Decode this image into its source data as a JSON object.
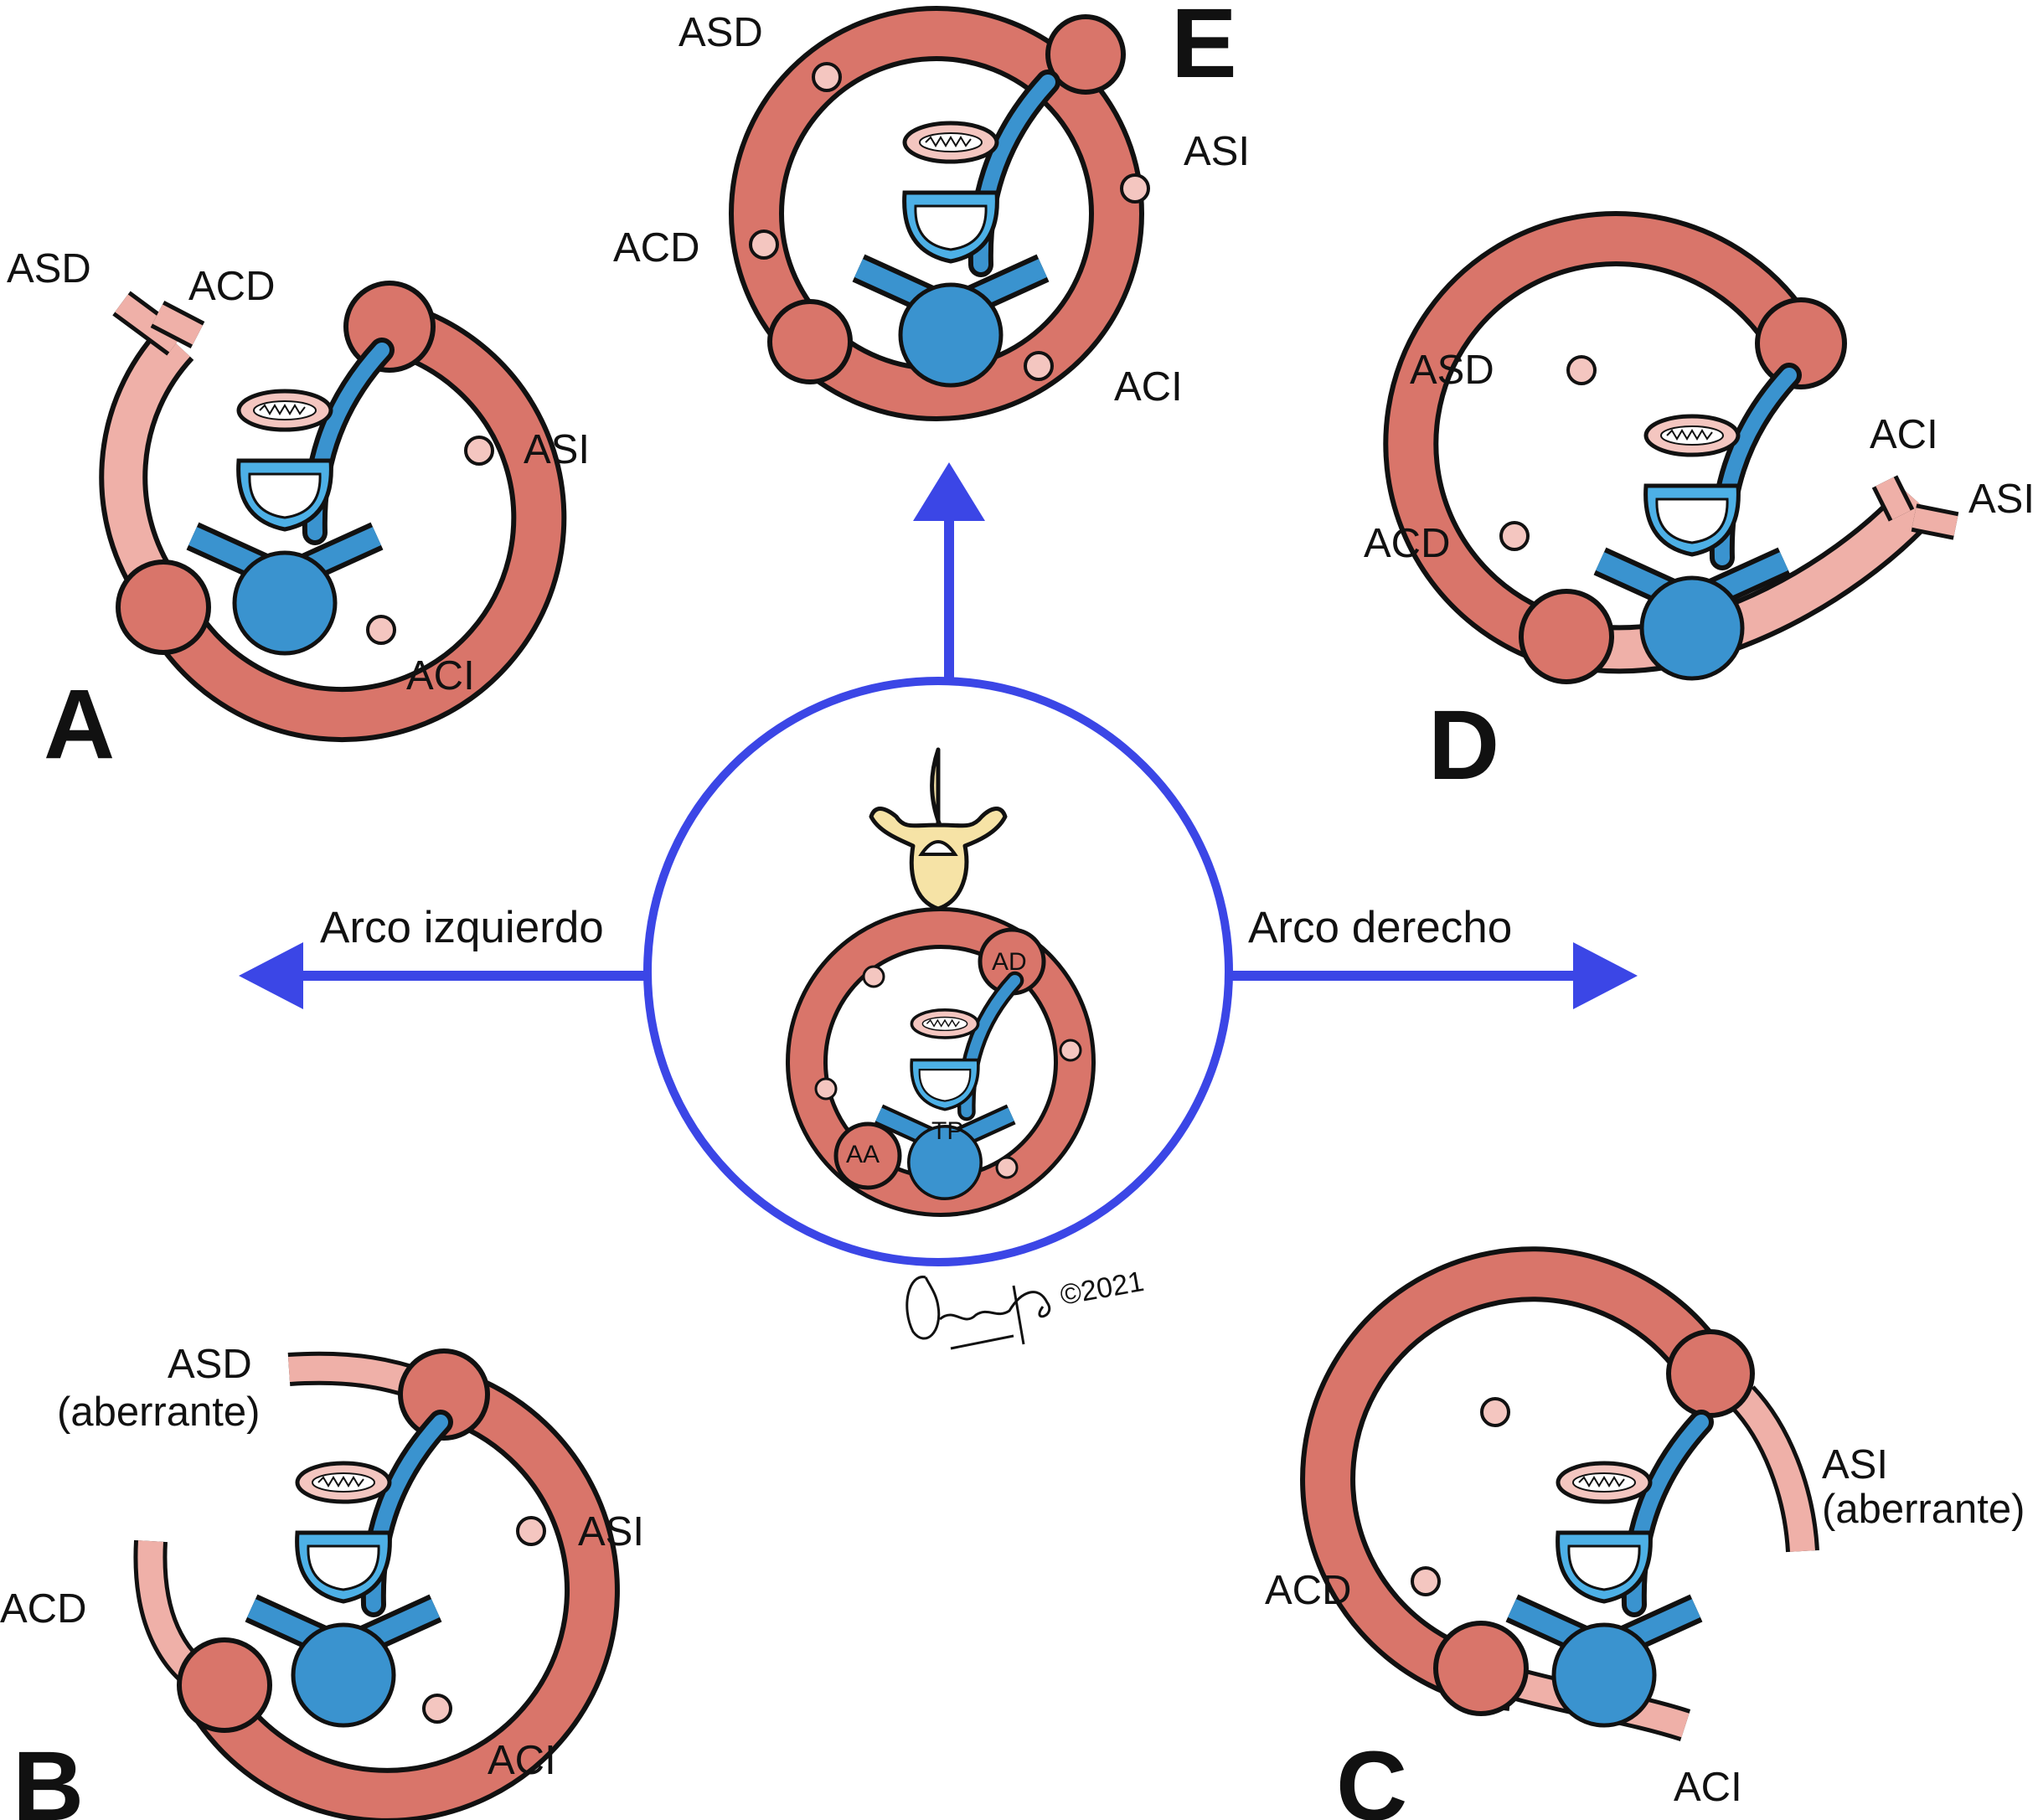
{
  "colors": {
    "aorta": "#d9756a",
    "aorta_faded": "#efb0a8",
    "branch_dot": "#f4c6c0",
    "pulmonary": "#3a93cf",
    "trachea_fill": "#4db0e6",
    "vertebra": "#f6e3a6",
    "arrow": "#3b46e6",
    "outline": "#111111"
  },
  "center": {
    "labels": {
      "ad": "AD",
      "aa": "AA",
      "tp": "TP"
    },
    "arrow_left_label": "Arco izquierdo",
    "arrow_right_label": "Arco derecho",
    "copyright": "©2021"
  },
  "panels": {
    "A": {
      "letter": "A",
      "asd": "ASD",
      "acd": "ACD",
      "asi": "ASI",
      "aci": "ACI"
    },
    "B": {
      "letter": "B",
      "asd": "ASD",
      "asd_sub": "(aberrante)",
      "acd": "ACD",
      "asi": "ASI",
      "aci": "ACI"
    },
    "C": {
      "letter": "C",
      "asi": "ASI",
      "asi_sub": "(aberrante)",
      "acd": "ACD",
      "aci": "ACI"
    },
    "D": {
      "letter": "D",
      "asd": "ASD",
      "acd": "ACD",
      "aci": "ACI",
      "asi": "ASI"
    },
    "E": {
      "letter": "E",
      "asd": "ASD",
      "acd": "ACD",
      "asi": "ASI",
      "aci": "ACI"
    }
  }
}
